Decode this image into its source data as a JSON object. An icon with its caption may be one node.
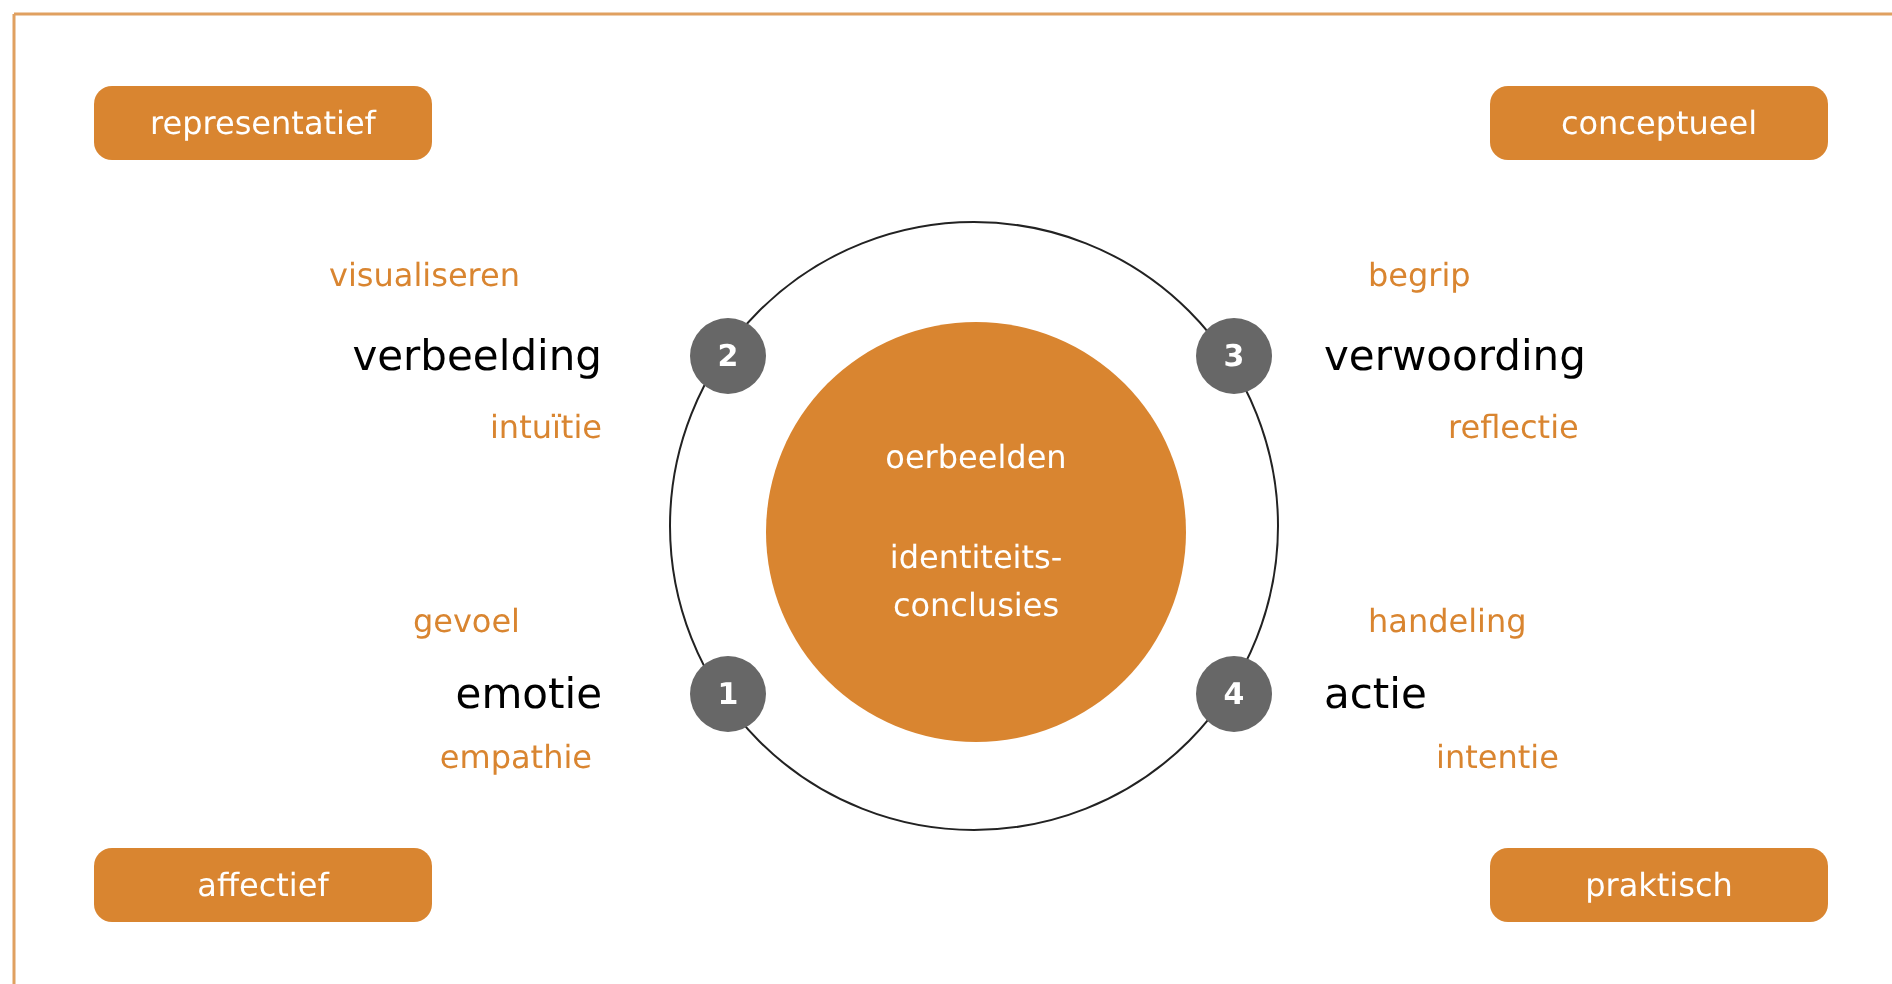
{
  "diagram": {
    "nodes": [
      {
        "text": [
          "representatief"
        ]
      },
      {
        "text": [
          "conceptueel"
        ]
      },
      {
        "text": [
          "2"
        ],
        "beside": [
          "visualiseren",
          "verbeelding",
          "intuïtie"
        ]
      },
      {
        "text": [
          "oerbeelden",
          "identiteits- conclusies"
        ]
      },
      {
        "text": [
          "3"
        ],
        "beside": [
          "begrip",
          "verwoording",
          "reflectie"
        ]
      },
      {
        "text": [
          "1"
        ],
        "beside": [
          "gevoel",
          "emotie",
          "empathie"
        ]
      },
      {
        "text": [
          "4"
        ],
        "beside": [
          "handeling",
          "actie",
          "intentie"
        ]
      },
      {
        "text": [
          "affectief"
        ]
      },
      {
        "text": [
          "praktisch"
        ]
      }
    ]
  }
}
